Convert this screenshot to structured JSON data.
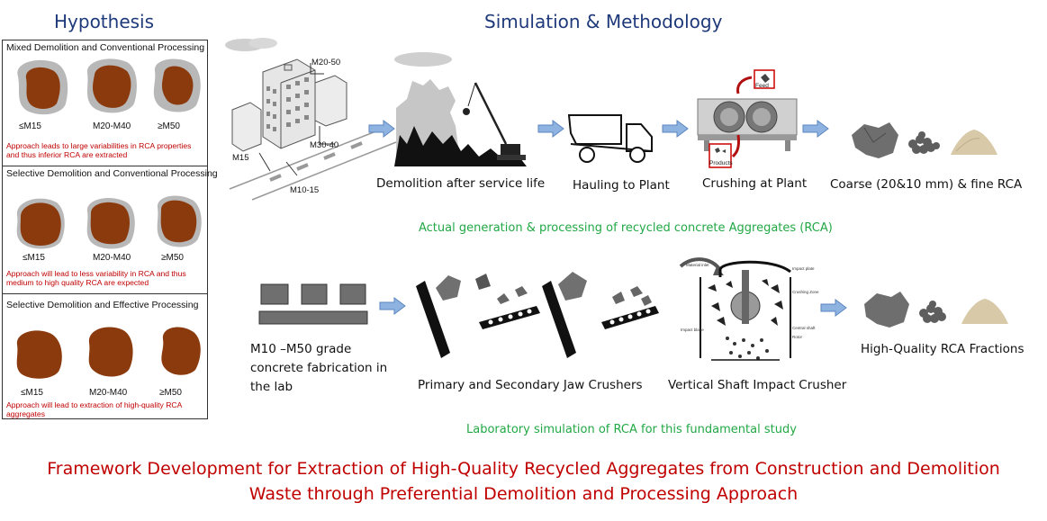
{
  "headings": {
    "hypothesis": "Hypothesis",
    "simulation": "Simulation & Methodology"
  },
  "hypothesis": {
    "sections": [
      {
        "title": "Mixed Demolition and Conventional Processing",
        "grades": [
          "≤M15",
          "M20-M40",
          "≥M50"
        ],
        "note": "Approach leads to large variabilities in RCA properties and thus inferior RCA are extracted"
      },
      {
        "title": "Selective Demolition and Conventional Processing",
        "grades": [
          "≤M15",
          "M20-M40",
          "≥M50"
        ],
        "note": "Approach will lead to less variability in RCA and thus medium to high quality RCA are expected"
      },
      {
        "title": "Selective Demolition and Effective Processing",
        "grades": [
          "≤M15",
          "M20-M40",
          "≥M50"
        ],
        "note": "Approach will lead to extraction of high-quality RCA aggregates"
      }
    ]
  },
  "top_row": {
    "building_labels": [
      "M20-50",
      "M30-40",
      "M15",
      "M10-15"
    ],
    "steps": [
      "Demolition after service life",
      "Hauling to Plant",
      "Crushing at Plant",
      "Coarse (20&10 mm) & fine RCA"
    ],
    "crusher_tags": [
      "Feed",
      "Products"
    ],
    "caption": "Actual generation & processing of recycled concrete Aggregates (RCA)"
  },
  "bottom_row": {
    "fabrication_label": [
      "M10 –M50 grade",
      "concrete fabrication in",
      "the lab"
    ],
    "steps": [
      "Primary and Secondary Jaw Crushers",
      "Vertical Shaft Impact Crusher",
      "High-Quality RCA Fractions"
    ],
    "vsi_labels": [
      "Material inlet",
      "Impact plate",
      "Crushing Zone",
      "Impact blade",
      "Central shaft",
      "Rotor"
    ],
    "caption": "Laboratory simulation of RCA for this fundamental study"
  },
  "footer": {
    "line1": "Framework Development for Extraction of High-Quality Recycled Aggregates from Construction and Demolition",
    "line2": "Waste through Preferential Demolition and Processing Approach"
  },
  "colors": {
    "heading": "#1f3a7a",
    "note_red": "#c00000",
    "caption_green": "#22a845",
    "aggregate_brown": "#8b3a0e",
    "arrow_blue": "#8fb3e0"
  }
}
